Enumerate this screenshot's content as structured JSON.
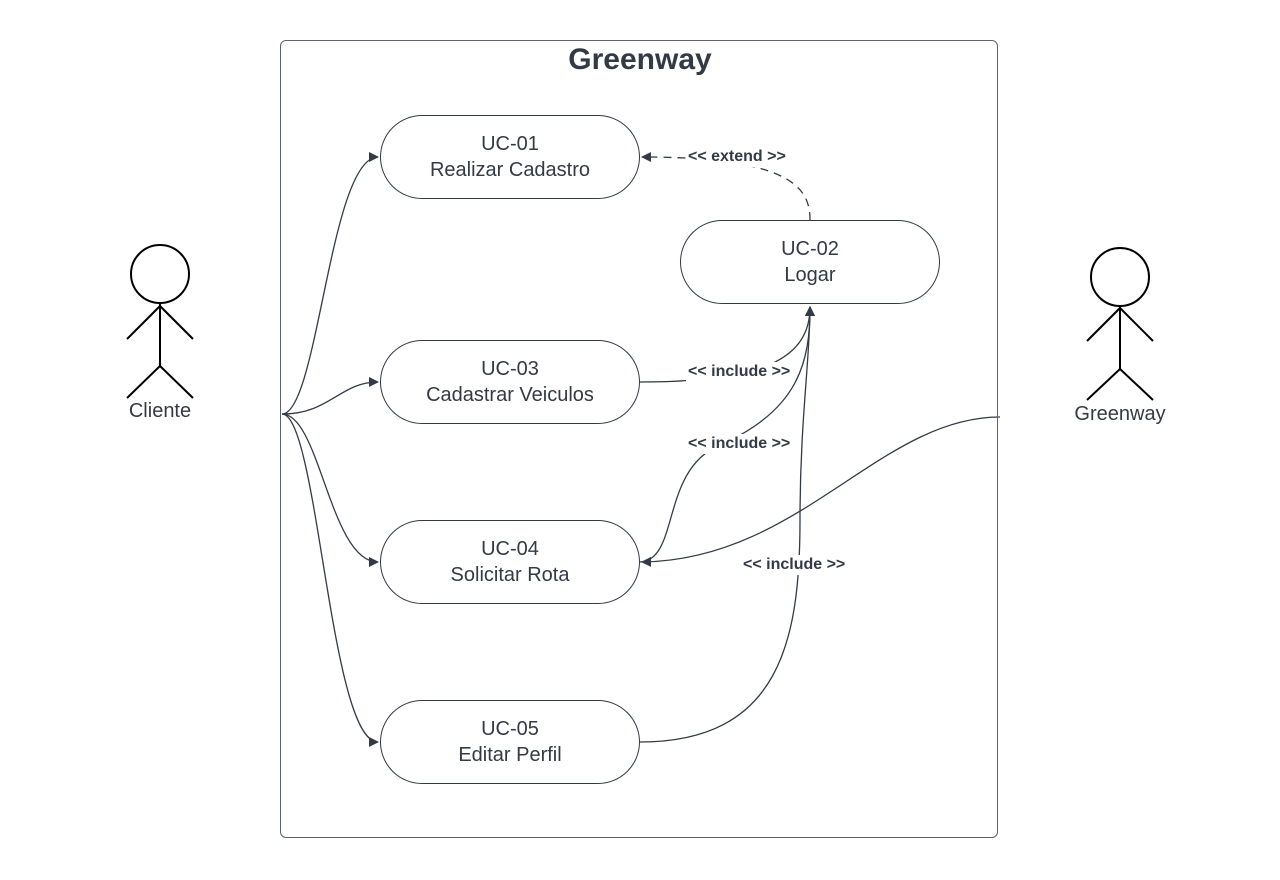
{
  "system": {
    "title": "Greenway"
  },
  "actors": {
    "cliente": {
      "label": "Cliente"
    },
    "greenway": {
      "label": "Greenway"
    }
  },
  "use_cases": {
    "uc01": {
      "id": "UC-01",
      "name": "Realizar Cadastro"
    },
    "uc02": {
      "id": "UC-02",
      "name": "Logar"
    },
    "uc03": {
      "id": "UC-03",
      "name": "Cadastrar Veiculos"
    },
    "uc04": {
      "id": "UC-04",
      "name": "Solicitar Rota"
    },
    "uc05": {
      "id": "UC-05",
      "name": "Editar Perfil"
    }
  },
  "relations": {
    "extend_uc02_uc01": "<< extend >>",
    "include_uc03_uc02": "<< include >>",
    "include_uc04_uc02": "<< include >>",
    "include_uc05_uc02": "<< include >>"
  },
  "colors": {
    "stroke": "#333a45",
    "boundary": "#5a6270",
    "background": "#ffffff"
  }
}
